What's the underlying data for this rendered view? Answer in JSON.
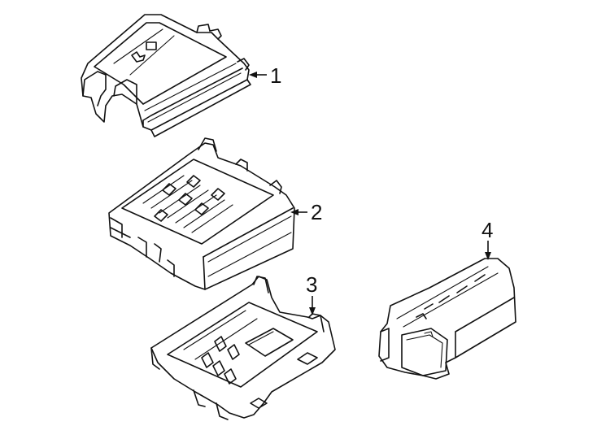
{
  "callouts": [
    {
      "id": "1",
      "label": "1"
    },
    {
      "id": "2",
      "label": "2"
    },
    {
      "id": "3",
      "label": "3"
    },
    {
      "id": "4",
      "label": "4"
    }
  ],
  "parts": [
    {
      "callout": "1",
      "icon": "fuse-box-cover-icon"
    },
    {
      "callout": "2",
      "icon": "fuse-block-housing-icon"
    },
    {
      "callout": "3",
      "icon": "lower-tray-icon"
    },
    {
      "callout": "4",
      "icon": "connector-module-icon"
    }
  ]
}
